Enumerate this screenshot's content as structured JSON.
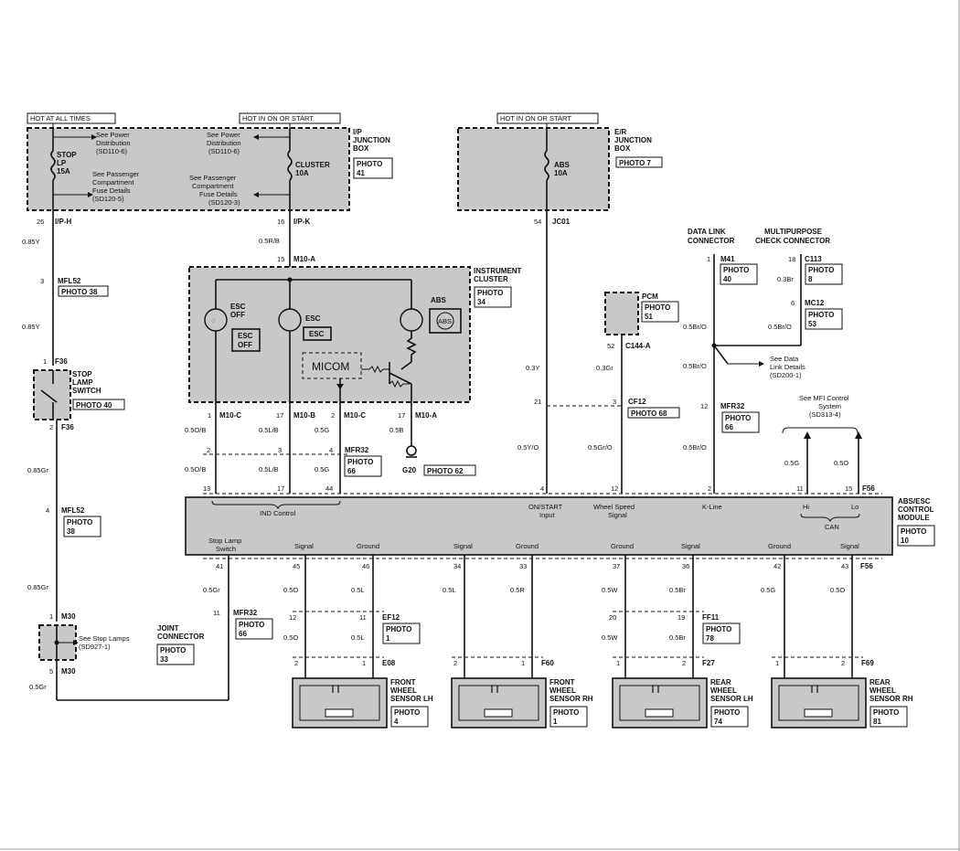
{
  "hot_labels": {
    "hot_at_all_times": "HOT AT ALL TIMES",
    "hot_on_start_ip": "HOT IN ON OR START",
    "hot_on_start_er": "HOT IN ON OR START"
  },
  "ip_box": {
    "title": [
      "I/P",
      "JUNCTION",
      "BOX"
    ],
    "photo": [
      "PHOTO",
      "41"
    ],
    "stop_fuse": [
      "STOP",
      "LP",
      "15A"
    ],
    "cluster_fuse": [
      "CLUSTER",
      "10A"
    ],
    "see_power_left": [
      "See Power",
      "Distribution",
      "(SD110-6)"
    ],
    "see_power_right": [
      "See Power",
      "Distribution",
      "(SD110-6)"
    ],
    "see_pass_left": [
      "See Passenger",
      "Compartment",
      "Fuse Details",
      "(SD120-5)"
    ],
    "see_pass_right": [
      "See Passenger",
      "Compartment",
      "Fuse Details",
      "(SD120-3)"
    ]
  },
  "er_box": {
    "title": [
      "E/R",
      "JUNCTION",
      "BOX"
    ],
    "photo": "PHOTO 7",
    "abs_fuse": [
      "ABS",
      "10A"
    ]
  },
  "pins": {
    "ip_h_num": "26",
    "ip_h": "I/P-H",
    "ip_k_num": "16",
    "ip_k": "I/P-K",
    "jc01_num": "54",
    "jc01": "JC01",
    "m10a_num": "15",
    "m10a": "M10-A",
    "mfl52_num": "3",
    "mfl52": "MFL52",
    "mfl52_photo": "PHOTO 38",
    "f36_top_num": "1",
    "f36_top": "F36",
    "f36_bot_num": "2",
    "f36_bot": "F36",
    "mfl52b_num": "4",
    "mfl52b": "MFL52",
    "mfl52b_photo": [
      "PHOTO",
      "38"
    ],
    "m30_top_num": "1",
    "m30_top": "M30",
    "m30_bot_num": "5",
    "m30_bot": "M30"
  },
  "wires": {
    "w_085y_a": "0.85Y",
    "w_05rb": "0.5R/B",
    "w_085y_b": "0.85Y",
    "w_085gr_a": "0.85Gr",
    "w_085gr_b": "0.85Gr",
    "w_05gr_c": "0.5Gr",
    "w_03y": "0.3Y",
    "w_03gr": "0.3Gr",
    "w_05yo": "0.5Y/O",
    "w_05gro": "0.5Gr/O",
    "w_05bro_a": "0.5Br/O",
    "w_05bro_b": "0.5Br/O",
    "w_05bro_c": "0.5Br/O",
    "w_05bro_d": "0.5Br/O",
    "w_03br": "0.3Br",
    "w_05ob_a": "0.5O/B",
    "w_05ob_b": "0.5O/B",
    "w_05lb_a": "0.5L/B",
    "w_05lb_b": "0.5L/B",
    "w_05g_a": "0.5G",
    "w_05g_b": "0.5G",
    "w_05b": "0.5B",
    "w_05g_hi": "0.5G",
    "w_05o_lo": "0.5O",
    "w_05gr_sls": "0.5Gr"
  },
  "cluster": {
    "title": [
      "INSTRUMENT",
      "CLUSTER"
    ],
    "photo": [
      "PHOTO",
      "34"
    ],
    "esc_off_lamp": [
      "ESC",
      "OFF"
    ],
    "esc_off_box": [
      "ESC",
      "OFF"
    ],
    "esc_lamp": "ESC",
    "esc_box": "ESC",
    "abs_lamp": "ABS",
    "abs_symbol": "ABS",
    "micom": "MICOM",
    "pin_m10c_1": "1",
    "m10c_1": "M10-C",
    "pin_m10b": "17",
    "m10b": "M10-B",
    "pin_m10c_2": "2",
    "m10c_2": "M10-C",
    "pin_m10a_17": "17",
    "m10a_17": "M10-A",
    "ground": "G20",
    "ground_photo": "PHOTO 62"
  },
  "mfr32_a": {
    "pins": [
      "2",
      "3",
      "4"
    ],
    "name": "MFR32",
    "photo": [
      "PHOTO",
      "66"
    ]
  },
  "pcm": {
    "title": "PCM",
    "photo": [
      "PHOTO",
      "51"
    ],
    "pin": "52",
    "conn": "C144-A"
  },
  "cf12": {
    "pin": "3",
    "name": "CF12",
    "photo": "PHOTO 68",
    "pin2": "21"
  },
  "dlc": {
    "title": [
      "DATA LINK",
      "CONNECTOR"
    ],
    "pin": "1",
    "conn": "M41",
    "photo": [
      "PHOTO",
      "40"
    ],
    "see": [
      "See Data",
      "Link Details",
      "(SD200-1)"
    ]
  },
  "mcc": {
    "title": [
      "MULTIPURPOSE",
      "CHECK CONNECTOR"
    ],
    "pin": "18",
    "conn": "C113",
    "photo": [
      "PHOTO",
      "8"
    ],
    "pin2": "6",
    "conn2": "MC12",
    "photo2": [
      "PHOTO",
      "53"
    ]
  },
  "mfr32_b": {
    "pin": "12",
    "name": "MFR32",
    "photo": [
      "PHOTO",
      "66"
    ]
  },
  "mfi": {
    "see": [
      "See MFI Control",
      "System",
      "(SD313-4)"
    ]
  },
  "module": {
    "title": [
      "ABS/ESC",
      "CONTROL",
      "MODULE"
    ],
    "photo": [
      "PHOTO",
      "10"
    ],
    "top_pins": [
      "13",
      "17",
      "44",
      "4",
      "12",
      "2",
      "11",
      "15"
    ],
    "top_conn": "F56",
    "ind_control": "IND Control",
    "on_start": [
      "ON/START",
      "Input"
    ],
    "wheel_speed": [
      "Wheel Speed",
      "Signal"
    ],
    "k_line": "K-Line",
    "hi": "Hi",
    "lo": "Lo",
    "can": "CAN",
    "stop_lamp": [
      "Stop Lamp",
      "Switch"
    ],
    "bottom_labels": [
      "Signal",
      "Ground",
      "Signal",
      "Ground",
      "Ground",
      "Signal",
      "Ground",
      "Signal"
    ],
    "bottom_pins": [
      "41",
      "45",
      "46",
      "34",
      "33",
      "37",
      "36",
      "42",
      "43"
    ],
    "bottom_conn": "F56"
  },
  "stop_switch": {
    "title": [
      "STOP",
      "LAMP",
      "SWITCH"
    ],
    "photo": "PHOTO 40"
  },
  "joint": {
    "title": [
      "JOINT",
      "CONNECTOR"
    ],
    "photo": [
      "PHOTO",
      "33"
    ],
    "see": [
      "See Stop Lamps",
      "(SD927-1)"
    ]
  },
  "mfr32_c": {
    "pin": "11",
    "name": "MFR32",
    "photo": [
      "PHOTO",
      "66"
    ]
  },
  "sensor_wires": {
    "fl_sig": "0.5O",
    "fl_gnd": "0.5L",
    "fr_sig": "0.5L",
    "fr_gnd": "0.5R",
    "rl_gnd": "0.5W",
    "rl_sig": "0.5Br",
    "rr_gnd": "0.5G",
    "rr_sig": "0.5O",
    "fl_sig2": "0.5O",
    "fl_gnd2": "0.5L",
    "rl_gnd2": "0.5W",
    "rl_sig2": "0.5Br"
  },
  "inline": {
    "ef12": {
      "pins": [
        "12",
        "11"
      ],
      "name": "EF12",
      "photo": [
        "PHOTO",
        "1"
      ]
    },
    "ff11": {
      "pins": [
        "20",
        "19"
      ],
      "name": "FF11",
      "photo": [
        "PHOTO",
        "78"
      ]
    }
  },
  "sensors": [
    {
      "pins": [
        "2",
        "1"
      ],
      "conn": "E08",
      "title": [
        "FRONT",
        "WHEEL",
        "SENSOR LH"
      ],
      "photo": [
        "PHOTO",
        "4"
      ]
    },
    {
      "pins": [
        "2",
        "1"
      ],
      "conn": "F60",
      "title": [
        "FRONT",
        "WHEEL",
        "SENSOR RH"
      ],
      "photo": [
        "PHOTO",
        "1"
      ]
    },
    {
      "pins": [
        "1",
        "2"
      ],
      "conn": "F27",
      "title": [
        "REAR",
        "WHEEL",
        "SENSOR LH"
      ],
      "photo": [
        "PHOTO",
        "74"
      ]
    },
    {
      "pins": [
        "1",
        "2"
      ],
      "conn": "F69",
      "title": [
        "REAR",
        "WHEEL",
        "SENSOR RH"
      ],
      "photo": [
        "PHOTO",
        "81"
      ]
    }
  ]
}
